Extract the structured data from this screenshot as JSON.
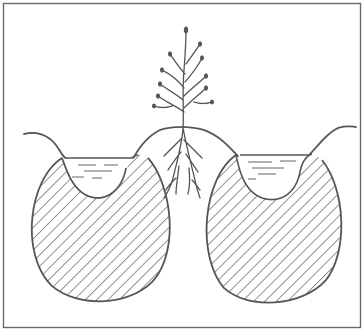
{
  "diagram": {
    "frame_color": "#6a6a6a",
    "ink_color": "#555555",
    "hatch_color": "#5a5a5a",
    "background": "#ffffff",
    "elements": [
      {
        "name": "ground-surface-line",
        "kind": "line"
      },
      {
        "name": "plant",
        "kind": "illustration"
      },
      {
        "name": "plant-roots",
        "kind": "illustration"
      },
      {
        "name": "left-pit",
        "kind": "hatched-soil-body",
        "contains": "water"
      },
      {
        "name": "right-pit",
        "kind": "hatched-soil-body",
        "contains": "water"
      }
    ]
  }
}
